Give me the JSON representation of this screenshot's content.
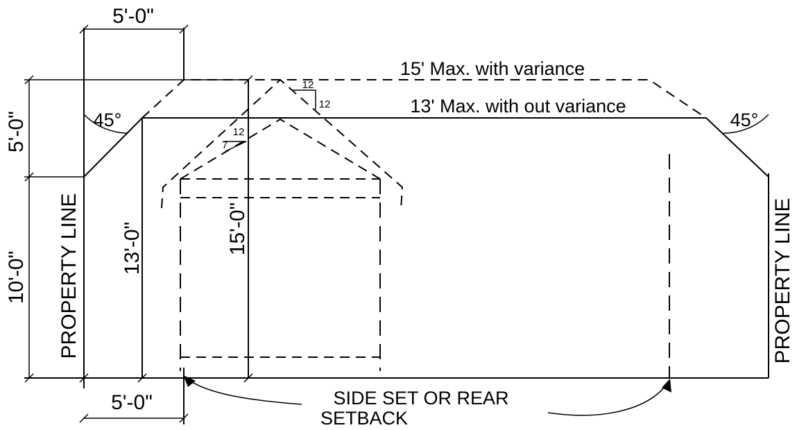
{
  "dimensions": {
    "top_width": "5'-0\"",
    "upper_height": "5'-0\"",
    "lower_height": "10'-0\"",
    "wall_height_13": "13'-0\"",
    "wall_height_15": "15'-0\"",
    "bottom_width": "5'-0\""
  },
  "heights": {
    "max_with_variance": "15' Max. with variance",
    "max_without_variance": "13' Max. with out variance"
  },
  "angles": {
    "left": "45°",
    "right": "45°"
  },
  "pitch": {
    "upper_rise": "12",
    "upper_run": "12",
    "lower_rise": "12",
    "lower_run": "7"
  },
  "labels": {
    "property_line_left": "PROPERTY LINE",
    "property_line_right": "PROPERTY LINE",
    "setback_line1": "SIDE SET OR REAR",
    "setback_line2": "SETBACK"
  }
}
